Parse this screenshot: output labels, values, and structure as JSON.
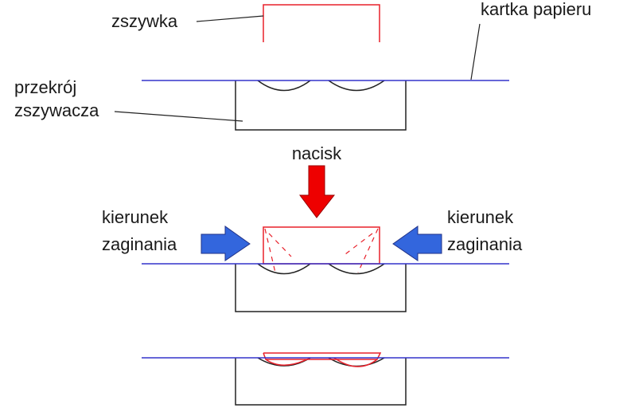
{
  "labels": {
    "staple": "zszywka",
    "paper": "kartka papieru",
    "stapler_section_line1": "przekrój",
    "stapler_section_line2": "zszywacza",
    "pressure": "nacisk",
    "bend_left_line1": "kierunek",
    "bend_left_line2": "zaginania",
    "bend_right_line1": "kierunek",
    "bend_right_line2": "zaginania"
  },
  "colors": {
    "staple": "#e8202a",
    "paper": "#3333cc",
    "stapler": "#222222",
    "pressure_arrow": "#ee0000",
    "bend_arrow": "#3366dd"
  }
}
